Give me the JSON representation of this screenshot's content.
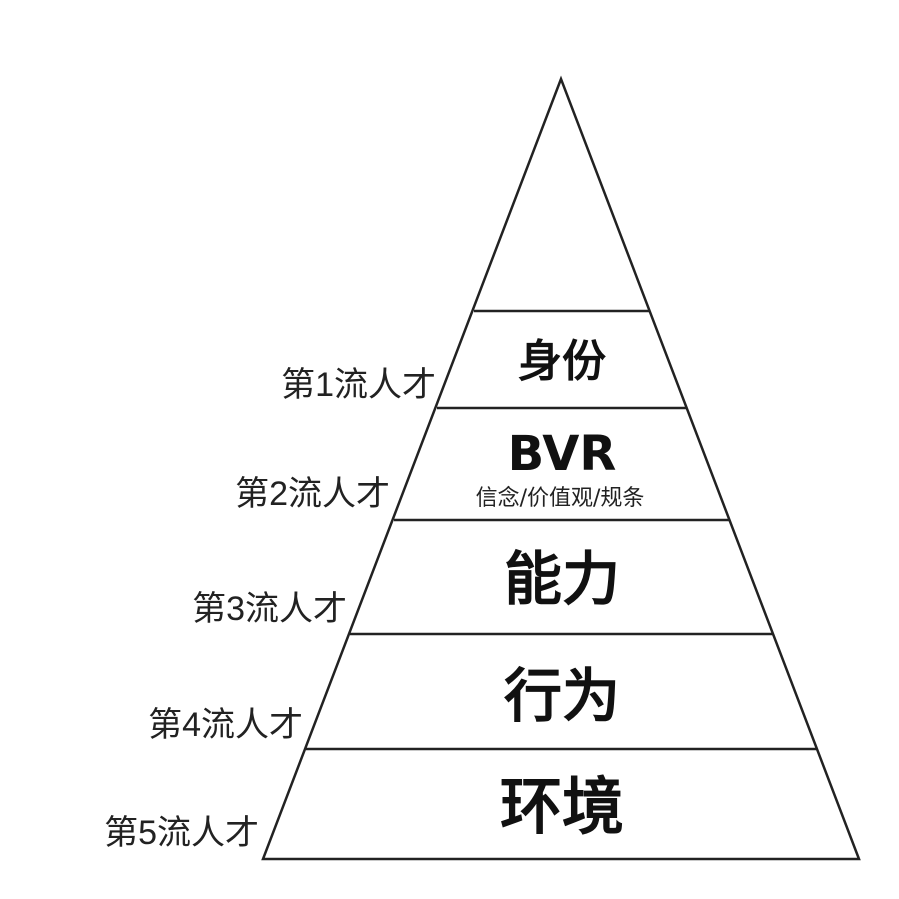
{
  "pyramid": {
    "tiers": [
      {
        "label": "身份",
        "sublabel": ""
      },
      {
        "label": "BVR",
        "sublabel": "信念/价值观/规条"
      },
      {
        "label": "能力",
        "sublabel": ""
      },
      {
        "label": "行为",
        "sublabel": ""
      },
      {
        "label": "环境",
        "sublabel": ""
      }
    ],
    "side_labels": [
      "第1流人才",
      "第2流人才",
      "第3流人才",
      "第4流人才",
      "第5流人才"
    ]
  }
}
